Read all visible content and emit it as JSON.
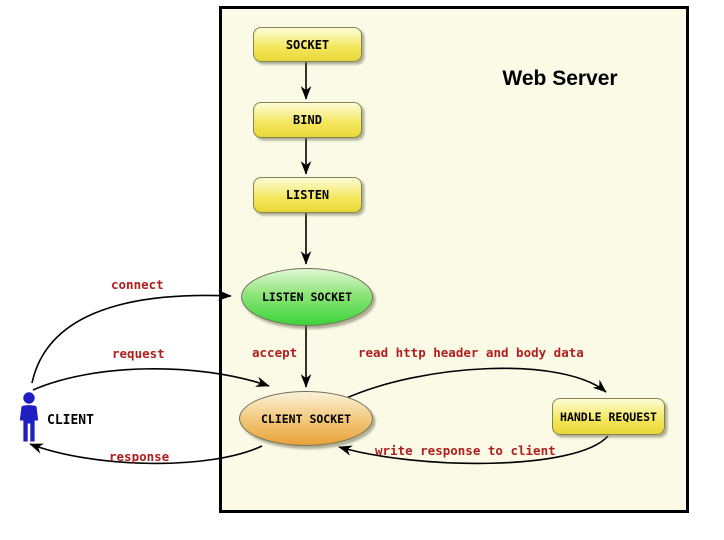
{
  "diagram": {
    "title": "Web Server",
    "client_label": "CLIENT",
    "nodes": {
      "socket": "SOCKET",
      "bind": "BIND",
      "listen": "LISTEN",
      "listen_socket": "LISTEN SOCKET",
      "client_socket": "CLIENT SOCKET",
      "handle_request": "HANDLE REQUEST"
    },
    "edges": {
      "connect": "connect",
      "request": "request",
      "response": "response",
      "accept": "accept",
      "read_http": "read http header and body data",
      "write_response": "write response to client"
    },
    "colors": {
      "page_bg": "#FFFFFF",
      "server_box_bg": "#FAFAE6",
      "server_box_border": "#000000",
      "process_node_top": "#FDFDD8",
      "process_node_bottom": "#E9D839",
      "process_node_border": "#83834F",
      "listen_socket_top": "#DFF7D3",
      "listen_socket_bottom": "#3CD43C",
      "client_socket_top": "#FBF2DA",
      "client_socket_bottom": "#E9A238",
      "edge_label_color": "#B01E1E",
      "node_label_color": "#000000",
      "client_icon_color": "#1E1EC3",
      "arrow_color": "#000000"
    }
  }
}
